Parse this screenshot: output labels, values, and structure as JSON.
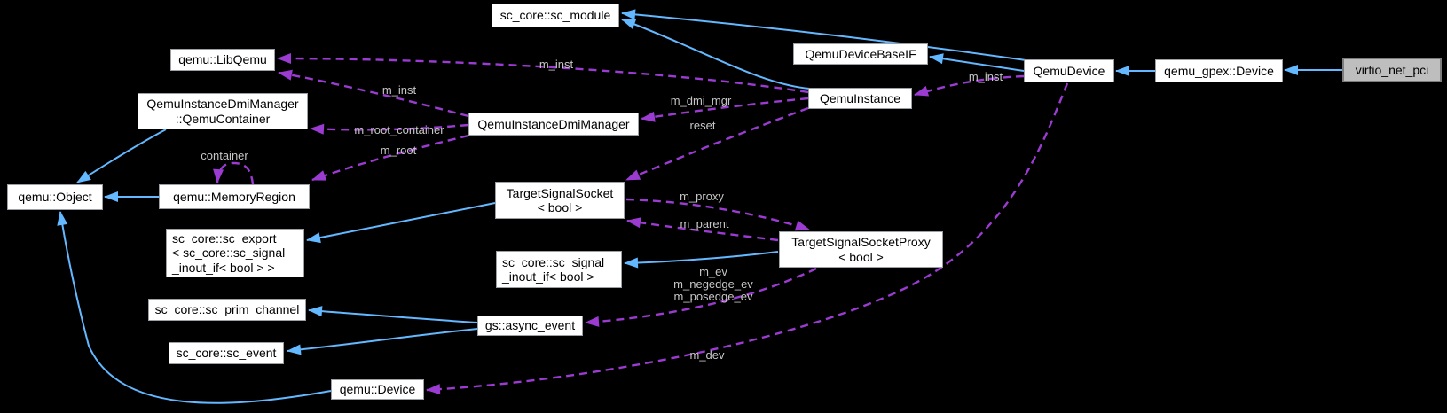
{
  "diagram": {
    "type": "doxygen-collaboration-graph",
    "focal_class": "virtio_net_pci",
    "colors": {
      "background": "#000000",
      "inheritance_edge": "#63b8ff",
      "usage_edge": "#9b3bd2",
      "node_fill": "#ffffff",
      "node_border": "#9aa0a6",
      "focal_node_fill": "#bebebe",
      "focal_node_border": "#7d7d7d",
      "node_text": "#000000",
      "edge_label_text": "#c6c6c6"
    }
  },
  "nodes": {
    "sc_module": {
      "label": "sc_core::sc_module"
    },
    "libqemu": {
      "label": "qemu::LibQemu"
    },
    "device_base_if": {
      "label": "QemuDeviceBaseIF"
    },
    "qemu_device": {
      "label": "QemuDevice"
    },
    "gpex_device": {
      "label": "qemu_gpex::Device"
    },
    "virtio_net_pci": {
      "label": "virtio_net_pci"
    },
    "qemu_container": {
      "lines": [
        "QemuInstanceDmiManager",
        "::QemuContainer"
      ]
    },
    "qemu_instance": {
      "label": "QemuInstance"
    },
    "dmi_manager": {
      "label": "QemuInstanceDmiManager"
    },
    "target_socket": {
      "lines": [
        "TargetSignalSocket",
        "< bool >"
      ]
    },
    "qemu_object": {
      "label": "qemu::Object"
    },
    "memory_region": {
      "label": "qemu::MemoryRegion"
    },
    "sc_export": {
      "lines": [
        "sc_core::sc_export",
        "< sc_core::sc_signal",
        "_inout_if< bool  > >"
      ]
    },
    "signal_inout_if": {
      "lines": [
        "sc_core::sc_signal",
        "_inout_if< bool >"
      ]
    },
    "proxy": {
      "lines": [
        "TargetSignalSocketProxy",
        "< bool >"
      ]
    },
    "prim_channel": {
      "label": "sc_core::sc_prim_channel"
    },
    "async_event": {
      "label": "gs::async_event"
    },
    "sc_event": {
      "label": "sc_core::sc_event"
    },
    "qemu_device_cls": {
      "label": "qemu::Device"
    }
  },
  "labels": {
    "m_inst_qd": "m_inst",
    "m_inst_qi": "m_inst",
    "m_inst_dmi": "m_inst",
    "m_dmi_mgr": "m_dmi_mgr",
    "m_root_container": "m_root_container",
    "m_root": "m_root",
    "reset": "reset",
    "container": "container",
    "m_proxy": "m_proxy",
    "m_parent": "m_parent",
    "m_ev": "m_ev",
    "m_negedge_ev": "m_negedge_ev",
    "m_posedge_ev": "m_posedge_ev",
    "m_dev": "m_dev"
  }
}
